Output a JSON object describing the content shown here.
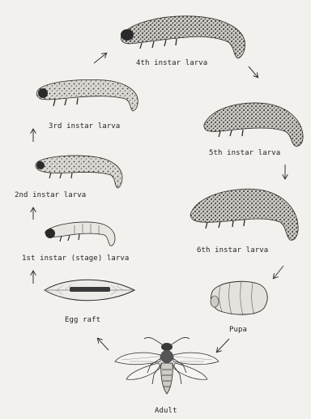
{
  "colors": {
    "paper": "#f3f1ed",
    "ink": "#222222",
    "larva_fill": "#d9d7d2",
    "larva_dark": "#4a4a4a"
  },
  "stages": {
    "egg": "Egg raft",
    "l1": "1st instar (stage) larva",
    "l2": "2nd instar larva",
    "l3": "3rd instar larva",
    "l4": "4th instar larva",
    "l5": "5th instar larva",
    "l6": "6th instar larva",
    "pupa": "Pupa",
    "adult": "Adult"
  },
  "icons": {
    "arrow": "arrow-icon",
    "larva": "larva-illustration",
    "leaf": "leaf-illustration",
    "pupa": "pupa-illustration",
    "adult": "sawfly-illustration"
  }
}
